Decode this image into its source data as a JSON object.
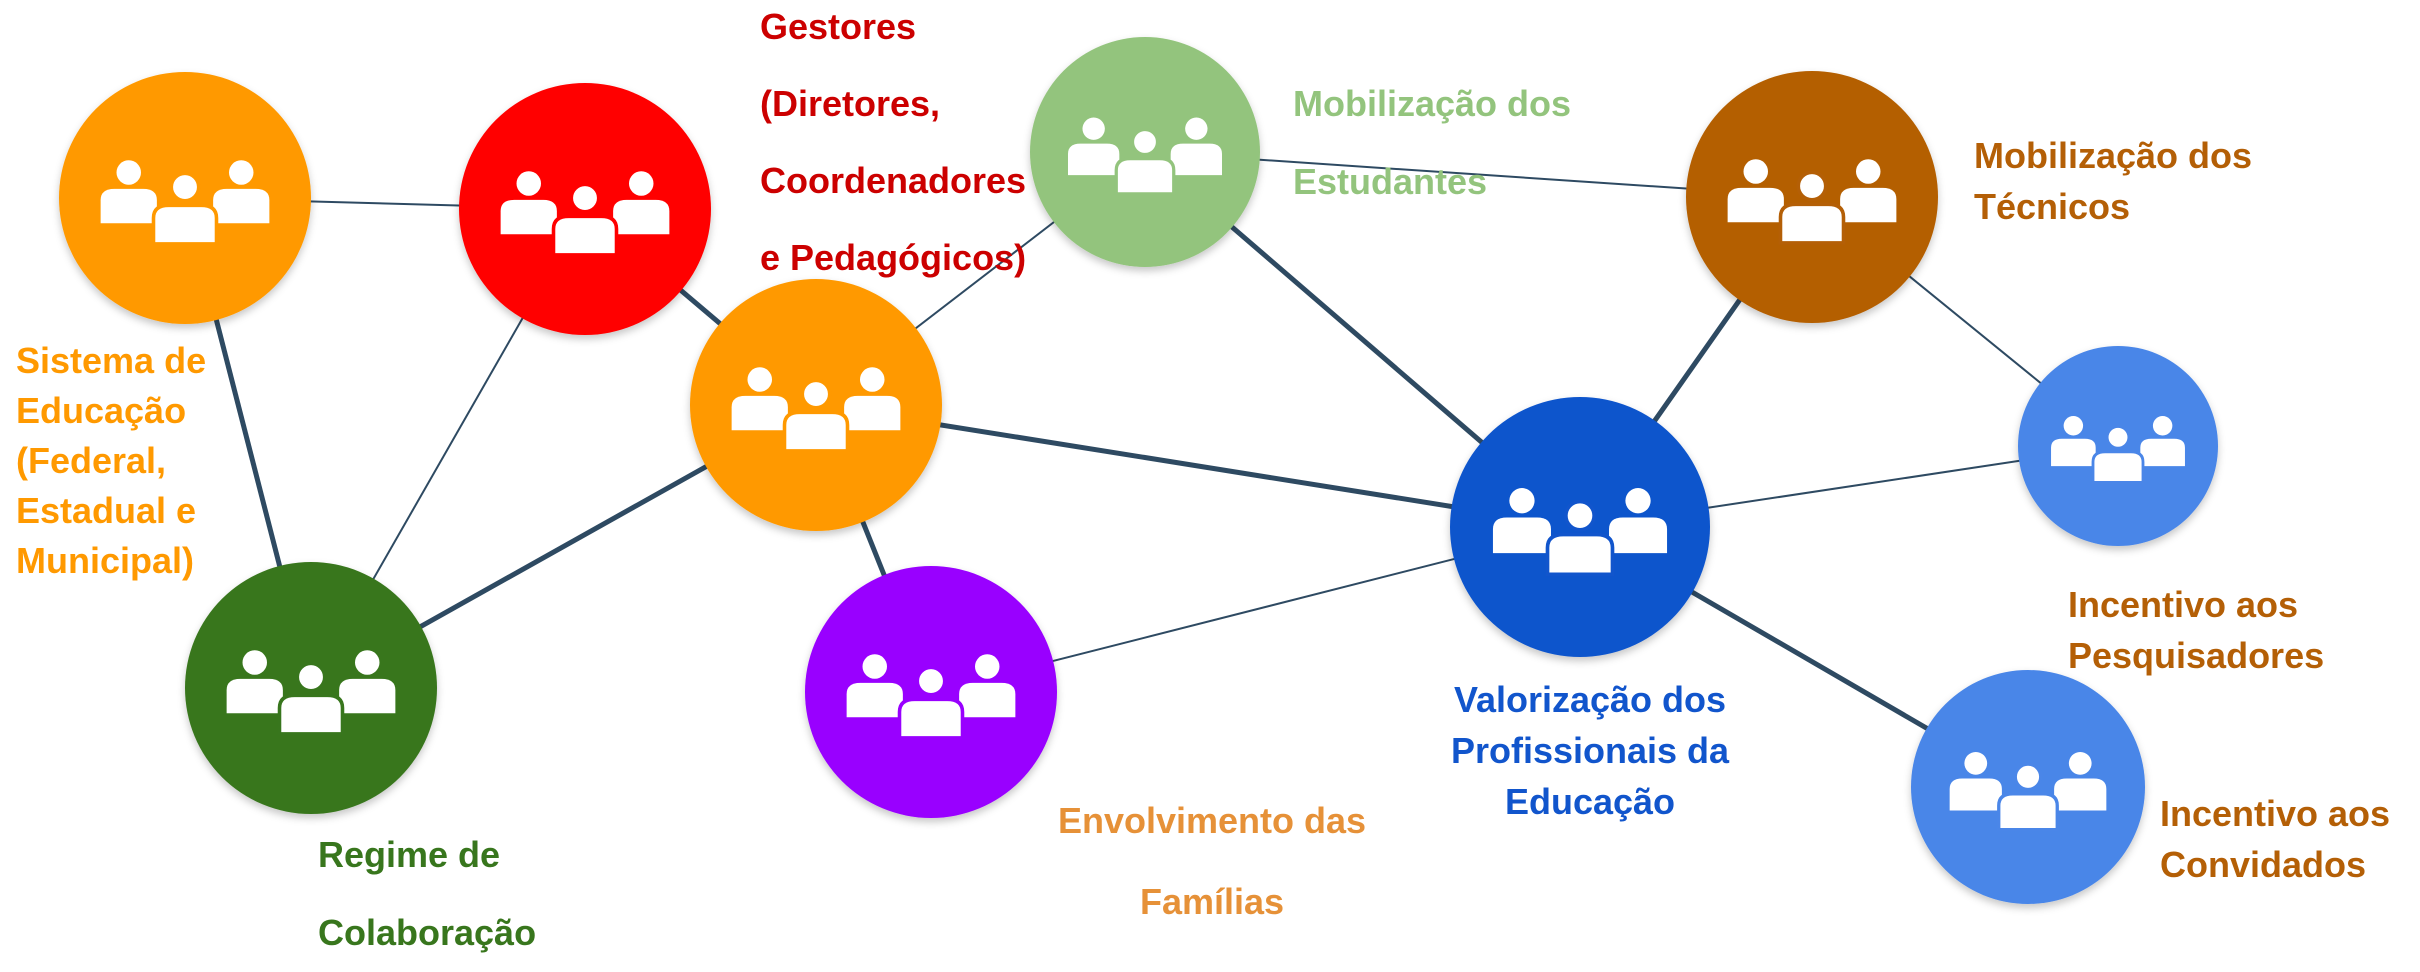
{
  "icon_name": "people-group-icon",
  "nodes": [
    {
      "id": "sistema",
      "color": "#FF9900"
    },
    {
      "id": "gestores",
      "color": "#FF0000"
    },
    {
      "id": "central",
      "color": "#FF9900"
    },
    {
      "id": "mob_estudantes",
      "color": "#93C47D"
    },
    {
      "id": "mob_tecnicos",
      "color": "#B45F06"
    },
    {
      "id": "regime",
      "color": "#38761D"
    },
    {
      "id": "familias",
      "color": "#9900FF"
    },
    {
      "id": "valorizacao",
      "color": "#1155CC"
    },
    {
      "id": "pesquisadores",
      "color": "#4A86E8"
    },
    {
      "id": "convidados",
      "color": "#4A86E8"
    }
  ],
  "edges": [
    [
      "sistema",
      "gestores"
    ],
    [
      "sistema",
      "regime"
    ],
    [
      "gestores",
      "regime"
    ],
    [
      "gestores",
      "central"
    ],
    [
      "central",
      "regime"
    ],
    [
      "central",
      "mob_estudantes"
    ],
    [
      "central",
      "familias"
    ],
    [
      "central",
      "valorizacao"
    ],
    [
      "mob_estudantes",
      "valorizacao"
    ],
    [
      "mob_estudantes",
      "mob_tecnicos"
    ],
    [
      "mob_tecnicos",
      "valorizacao"
    ],
    [
      "mob_tecnicos",
      "pesquisadores"
    ],
    [
      "familias",
      "valorizacao"
    ],
    [
      "valorizacao",
      "pesquisadores"
    ],
    [
      "valorizacao",
      "convidados"
    ]
  ],
  "edge_color": "#2E4A62",
  "labels": {
    "sistema": {
      "lines": [
        "Sistema de",
        "Educação",
        "(Federal,",
        "Estadual e",
        "Municipal)"
      ],
      "color": "#FF9900"
    },
    "gestores": {
      "lines": [
        "Gestores",
        "(Diretores,",
        "Coordenadores",
        "e Pedagógicos)"
      ],
      "color": "#CC0000"
    },
    "mob_estudantes": {
      "lines": [
        "Mobilização dos",
        "Estudantes"
      ],
      "color": "#93C47D"
    },
    "mob_tecnicos": {
      "lines": [
        "Mobilização dos",
        "Técnicos"
      ],
      "color": "#B45F06"
    },
    "regime": {
      "lines": [
        "Regime de",
        "Colaboração"
      ],
      "color": "#38761D"
    },
    "familias": {
      "lines": [
        "Envolvimento das",
        "Famílias"
      ],
      "color": "#E69138"
    },
    "valorizacao": {
      "lines": [
        "Valorização dos",
        "Profissionais da",
        "Educação"
      ],
      "color": "#1155CC"
    },
    "pesquisadores": {
      "lines": [
        "Incentivo aos",
        "Pesquisadores"
      ],
      "color": "#B45F06"
    },
    "convidados": {
      "lines": [
        "Incentivo aos",
        "Convidados"
      ],
      "color": "#B45F06"
    }
  }
}
